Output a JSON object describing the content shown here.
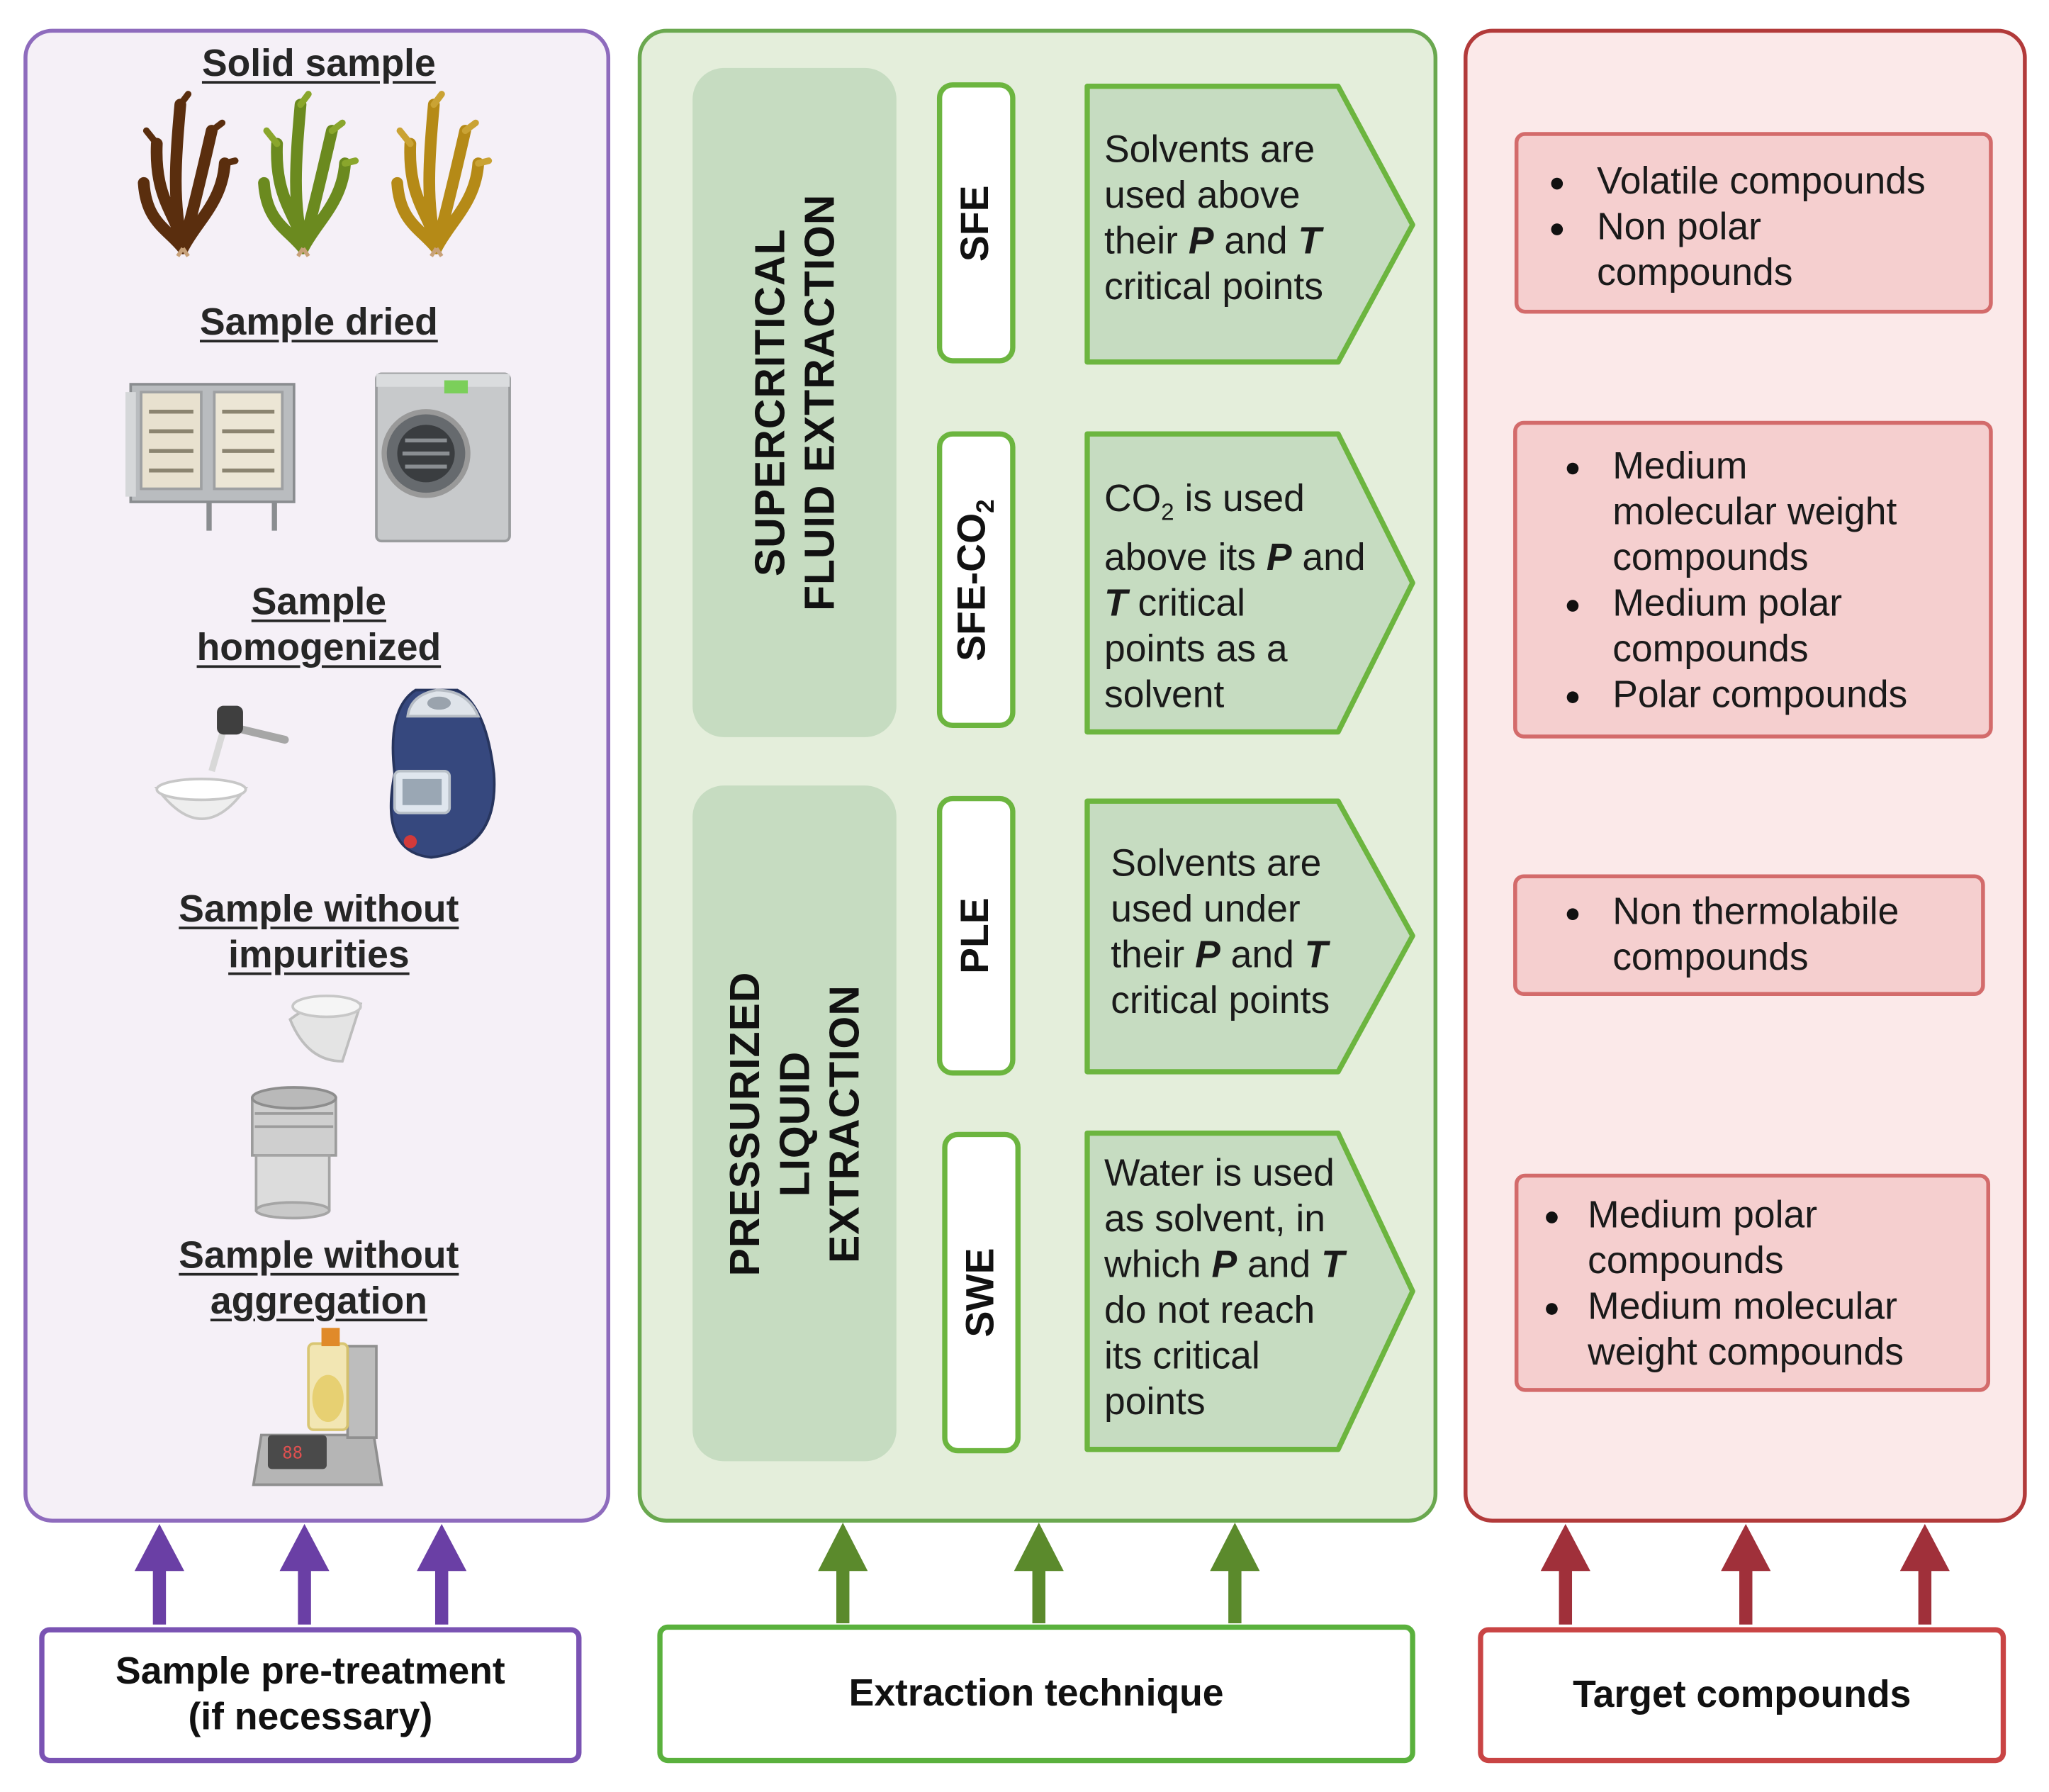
{
  "colors": {
    "pretreatment": "#7a53b3",
    "extraction": "#5ab13d",
    "target": "#c94444"
  },
  "pretreatment": {
    "steps": [
      {
        "lines": [
          "Solid sample"
        ],
        "icons": [
          "seaweed-brown-icon",
          "seaweed-green-icon",
          "seaweed-yellow-icon"
        ]
      },
      {
        "lines": [
          "Sample dried"
        ],
        "icons": [
          "oven-icon",
          "freeze-dryer-icon"
        ]
      },
      {
        "lines": [
          "Sample ",
          "homogenized"
        ],
        "icons": [
          "mortar-pestle-icon",
          "blender-icon"
        ]
      },
      {
        "lines": [
          "Sample without ",
          "impurities"
        ],
        "icons": [
          "sieve-icon"
        ]
      },
      {
        "lines": [
          "Sample without ",
          "aggregation"
        ],
        "icons": [
          "vortex-mixer-icon"
        ]
      }
    ],
    "footer": [
      "Sample pre-treatment",
      "(if necessary)"
    ]
  },
  "extraction": {
    "groups": [
      {
        "title_lines": [
          "SUPERCRITICAL",
          "FLUID EXTRACTION"
        ]
      },
      {
        "title_lines": [
          "PRESSURIZED",
          "LIQUID",
          "EXTRACTION"
        ]
      }
    ],
    "methods": [
      {
        "abbr": "SFE",
        "lines": [
          "Solvents are",
          "used  above",
          "their P and T",
          "critical points"
        ]
      },
      {
        "abbr": "SFE-CO2",
        "lines": [
          "CO2 is used",
          "above its P and",
          "T critical",
          "points  as a",
          "solvent"
        ]
      },
      {
        "abbr": "PLE",
        "lines": [
          "Solvents are",
          "used under",
          "their P and T",
          "critical points"
        ]
      },
      {
        "abbr": "SWE",
        "lines": [
          "Water is used",
          "as solvent, in",
          "which P and T",
          "do not reach",
          "its critical",
          "points"
        ]
      }
    ],
    "footer": "Extraction technique"
  },
  "targets": {
    "boxes": [
      {
        "items": [
          [
            "Volatile compounds"
          ],
          [
            "Non polar",
            "compounds"
          ]
        ]
      },
      {
        "items": [
          [
            "Medium",
            "molecular weight",
            "compounds"
          ],
          [
            "Medium polar",
            "compounds"
          ],
          [
            "Polar compounds"
          ]
        ]
      },
      {
        "items": [
          [
            "Non thermolabile",
            "compounds"
          ]
        ]
      },
      {
        "items": [
          [
            "Medium polar",
            "compounds"
          ],
          [
            "Medium molecular",
            "weight compounds"
          ]
        ]
      }
    ],
    "footer": "Target compounds"
  }
}
